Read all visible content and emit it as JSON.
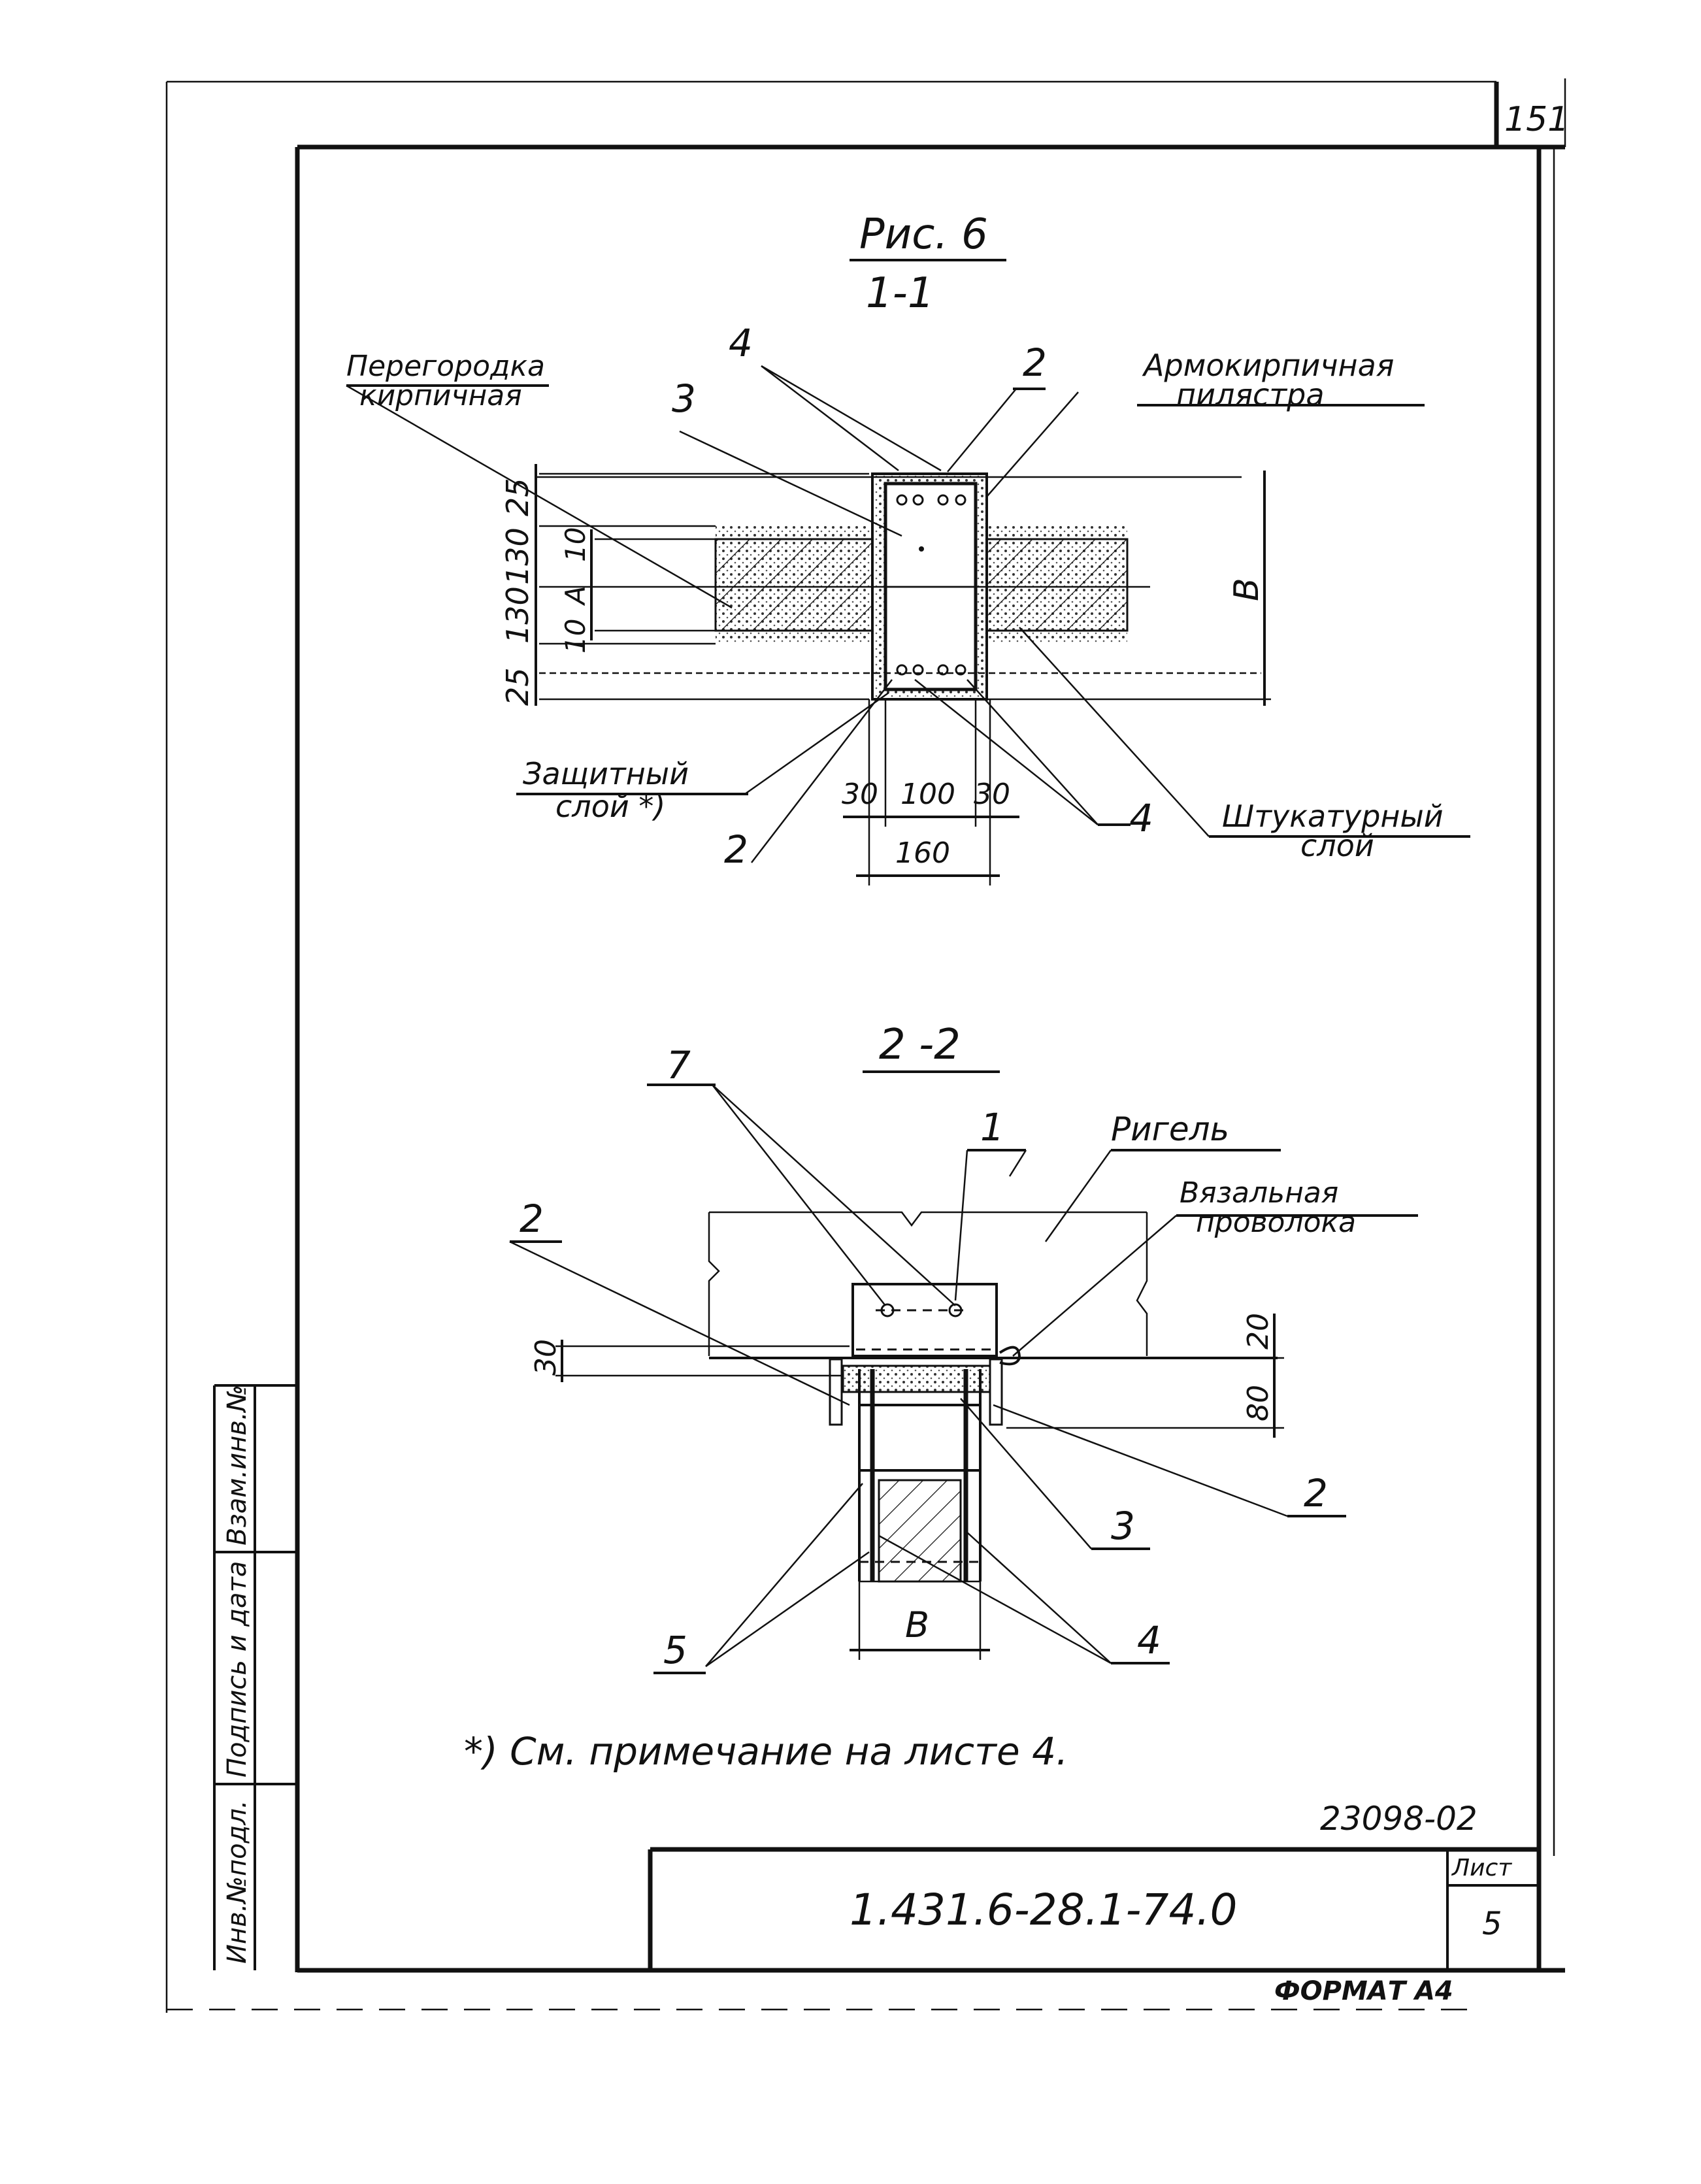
{
  "sheet": {
    "page_number": "151",
    "format_label": "ФОРМАТ А4",
    "archive_number": "23098-02",
    "designation": "1.431.6-28.1-74.0",
    "sheet_label": "Лист",
    "sheet_number": "5",
    "side_stamp": [
      "Инв.№подл.",
      "Подпись и дата",
      "Взам.инв.№"
    ]
  },
  "figure": {
    "title": "Рис. 6",
    "section_1": "1-1",
    "section_2": "2 -2"
  },
  "section_1": {
    "callouts": {
      "partition": [
        "Перегородка",
        "кирпичная"
      ],
      "pilaster": [
        "Армокирпичная",
        "пилястра"
      ],
      "protective": [
        "Защитный",
        "слой *)"
      ],
      "plaster": [
        "Штукатурный",
        "слой"
      ]
    },
    "markers": [
      "4",
      "2",
      "3",
      "2",
      "4"
    ],
    "dims_left": [
      "25",
      "130",
      "130",
      "25"
    ],
    "dims_inner": [
      "10",
      "А",
      "10"
    ],
    "dim_right": "В",
    "dims_bottom": [
      "30",
      "100",
      "30"
    ],
    "dim_total": "160"
  },
  "section_2": {
    "callouts": {
      "beam": "Ригель",
      "wire": [
        "Вязальная",
        "проволока"
      ]
    },
    "markers": [
      "7",
      "1",
      "2",
      "2",
      "3",
      "5",
      "4"
    ],
    "dims_right": [
      "20",
      "80"
    ],
    "dim_left": "30",
    "dim_bottom": "В"
  },
  "note": "*) См. примечание на листе 4."
}
